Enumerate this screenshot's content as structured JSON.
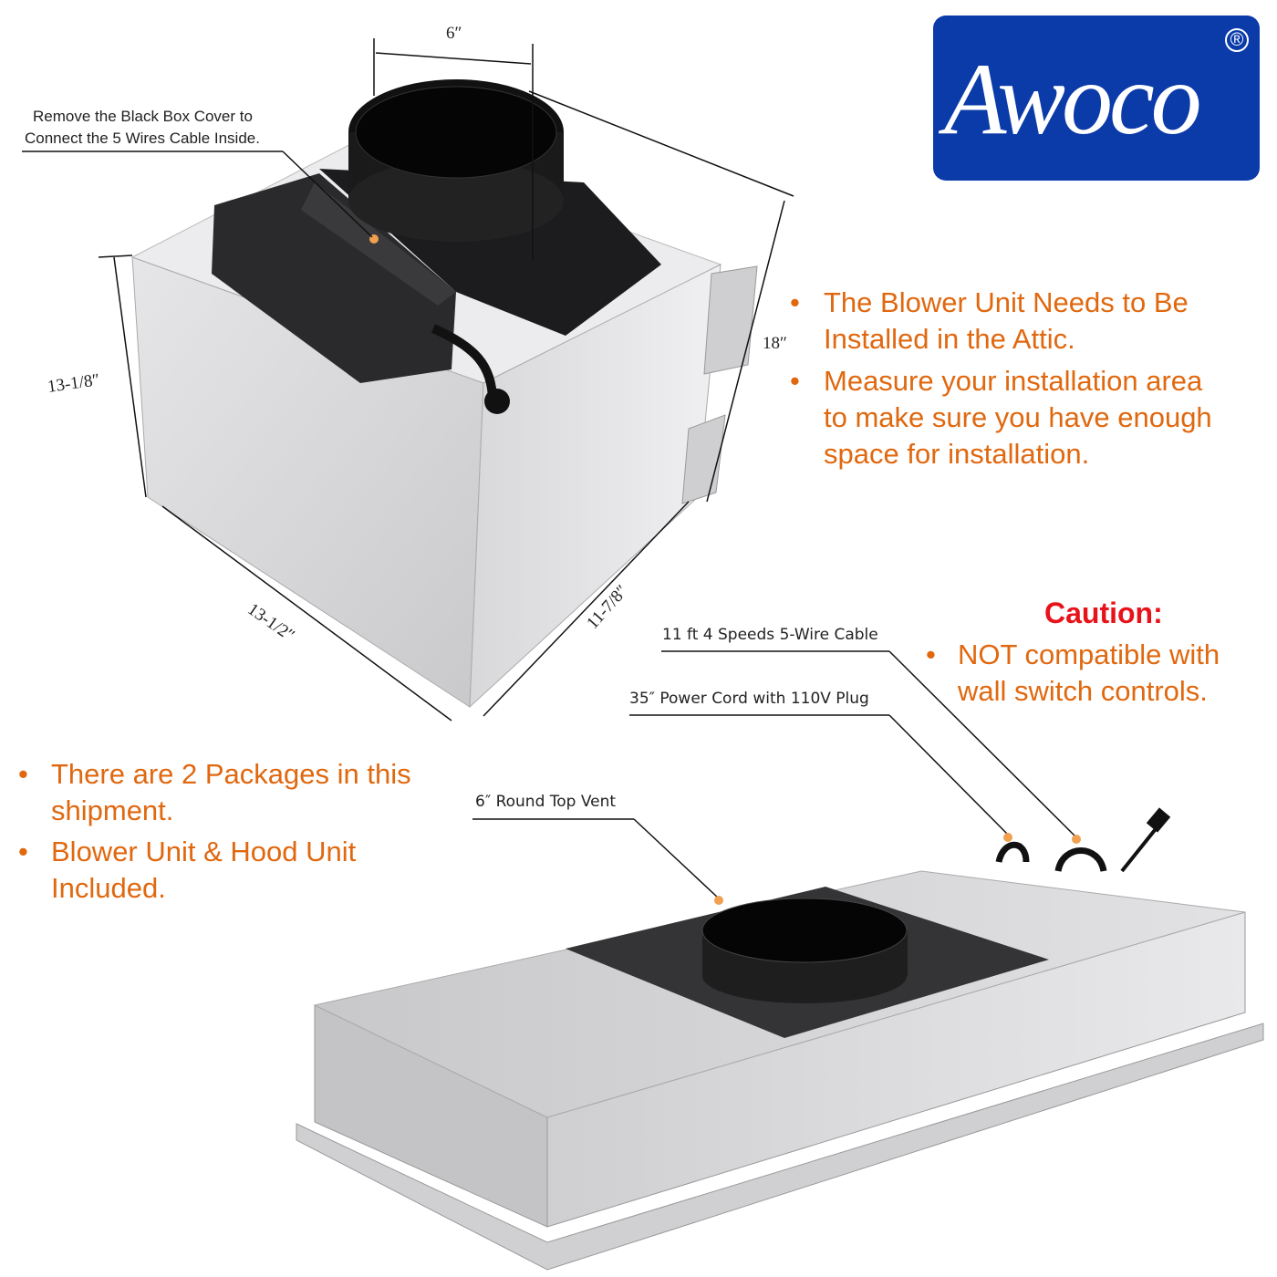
{
  "brand": {
    "logo_text": "Awoco",
    "registered_mark": "®",
    "color": "#0b3ba9"
  },
  "blower": {
    "callout": [
      "Remove the Black Box Cover to",
      "Connect the 5 Wires Cable Inside."
    ],
    "dimensions": {
      "duct_width": "6″",
      "height": "13-1/8″",
      "depth": "18″",
      "width": "13-1/2″",
      "side": "11-7/8″"
    }
  },
  "hood": {
    "callouts": {
      "cable": "11 ft 4 Speeds 5-Wire Cable",
      "cord": "35″ Power Cord with 110V Plug",
      "vent": "6″ Round Top Vent"
    }
  },
  "notes_right": [
    [
      "The Blower Unit Needs to Be",
      "Installed in the Attic."
    ],
    [
      "Measure your installation area",
      "to make sure you have enough",
      "space for installation."
    ]
  ],
  "caution": {
    "title": "Caution:",
    "items": [
      [
        "NOT compatible with",
        "wall switch controls."
      ]
    ]
  },
  "notes_left": [
    [
      "There are 2 Packages in this",
      "shipment."
    ],
    [
      "Blower Unit & Hood Unit",
      "Included."
    ]
  ],
  "colors": {
    "note_text": "#e0680f",
    "caution": "#e8131a"
  }
}
